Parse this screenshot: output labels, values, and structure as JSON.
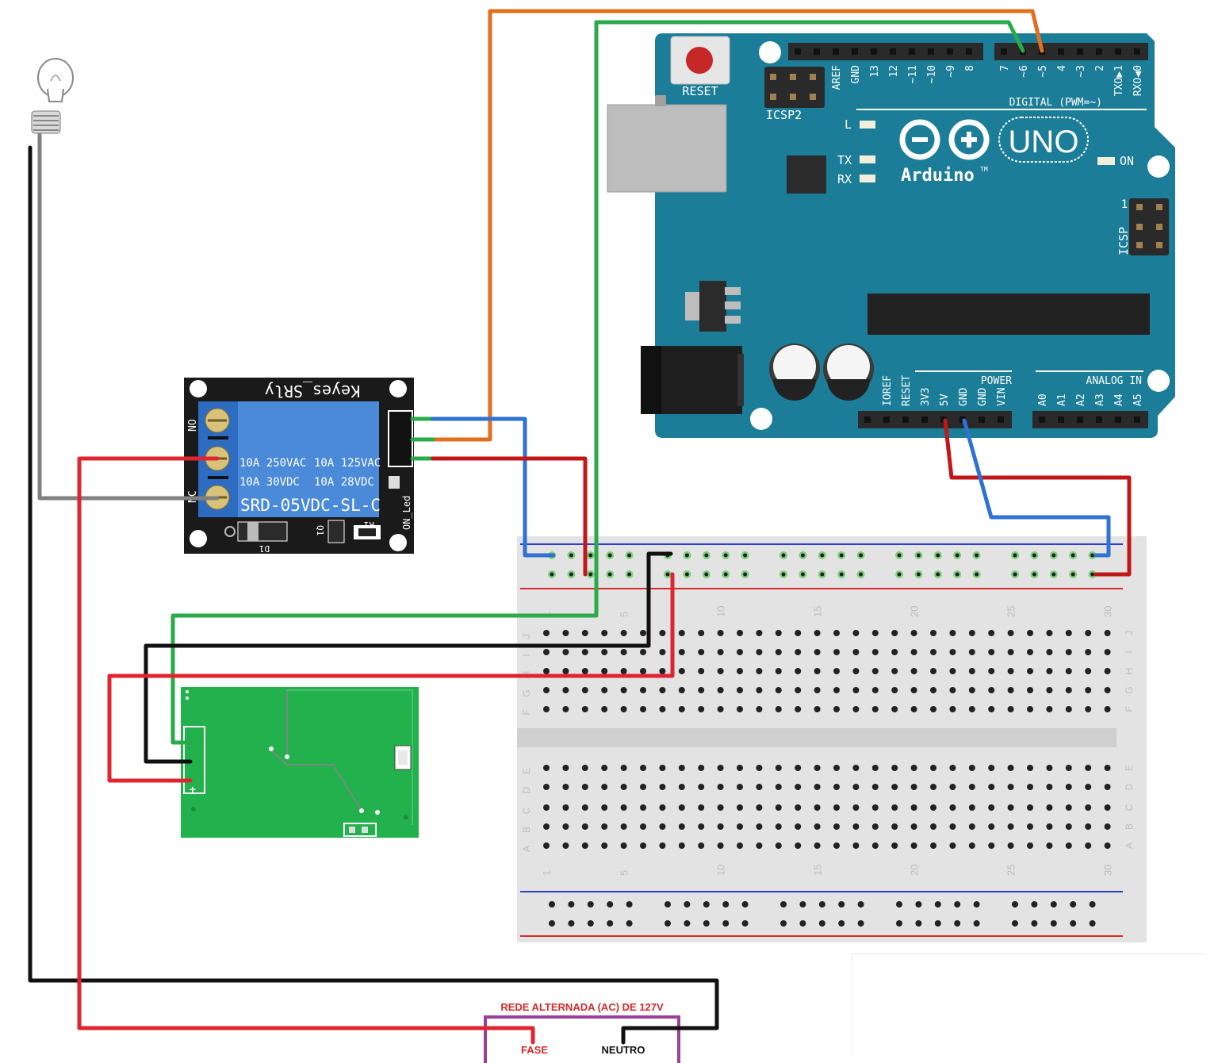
{
  "arduino": {
    "reset_label": "RESET",
    "icsp2_label": "ICSP2",
    "icsp_label": "ICSP",
    "icsp_pin1": "1",
    "digital_title": "DIGITAL (PWM=~)",
    "digital_pins": [
      "AREF",
      "GND",
      "13",
      "12",
      "~11",
      "~10",
      "~9",
      "8",
      "7",
      "~6",
      "~5",
      "4",
      "~3",
      "2",
      "TXO▶1",
      "RXO◀0"
    ],
    "power_title": "POWER",
    "power_pins": [
      "IOREF",
      "RESET",
      "3V3",
      "5V",
      "GND",
      "GND",
      "VIN"
    ],
    "analog_title": "ANALOG IN",
    "analog_pins": [
      "A0",
      "A1",
      "A2",
      "A3",
      "A4",
      "A5"
    ],
    "led_l": "L",
    "led_tx": "TX",
    "led_rx": "RX",
    "led_on": "ON",
    "brand": "Arduino",
    "trademark": "TM",
    "model": "UNO",
    "colors": {
      "board": "#1b7d97",
      "header": "#2a2a2a",
      "silk": "#ffffff"
    }
  },
  "relay": {
    "brand": "Keyes_SRly",
    "spec_row1": [
      "10A 250VAC",
      "10A 125VAC"
    ],
    "spec_row2": [
      "10A  30VDC",
      "10A  28VDC"
    ],
    "model": "SRD-05VDC-SL-C",
    "terminals": [
      "NO",
      "NC"
    ],
    "parts": {
      "d1": "D1",
      "q1": "Q1",
      "r1": "R1",
      "led": "ON_Led"
    },
    "colors": {
      "pcb": "#1a1a1a",
      "relay_body": "#4a8ad8"
    }
  },
  "sensor_module": {
    "pin_plus": "+",
    "colors": {
      "pcb": "#22b14c"
    }
  },
  "breadboard": {
    "column_numbers": [
      "1",
      "5",
      "10",
      "15",
      "20",
      "25",
      "30"
    ],
    "rows_top": [
      "J",
      "I",
      "H",
      "G",
      "F"
    ],
    "rows_bottom": [
      "E",
      "D",
      "C",
      "B",
      "A"
    ],
    "colors": {
      "body": "#e0e0e0",
      "rail_blue": "#2a3fd0",
      "rail_red": "#d42a2a",
      "rail_hole": "#7cd07c"
    }
  },
  "mains": {
    "title": "REDE ALTERNADA (AC) DE 127V",
    "phase_label": "FASE",
    "neutral_label": "NEUTRO",
    "colors": {
      "title": "#d42a2a",
      "box": "#9b3f9b"
    }
  },
  "wire_colors": {
    "orange": "#e07020",
    "green": "#2aaa4a",
    "blue": "#2f72d2",
    "red": "#e02530",
    "dark_red": "#c01818",
    "black": "#111111",
    "gray": "#808080"
  }
}
